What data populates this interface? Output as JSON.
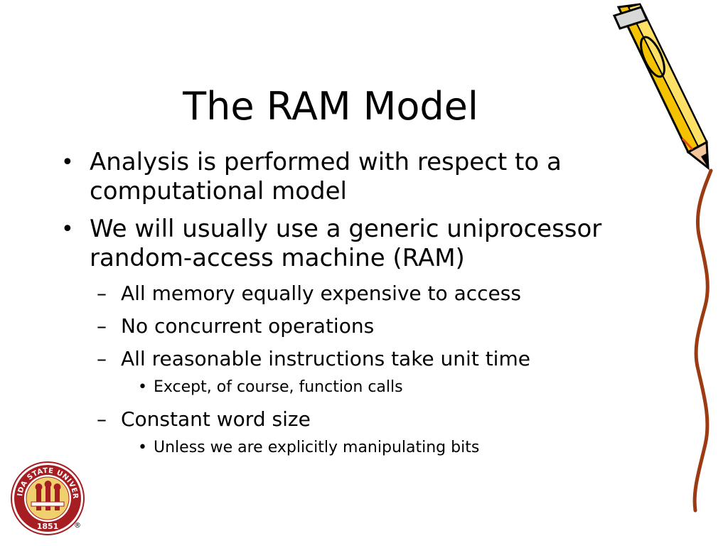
{
  "slide": {
    "title": "The RAM Model",
    "bullets": [
      {
        "text": "Analysis is performed with respect to a computational model"
      },
      {
        "text": "We will usually use a generic uniprocessor random-access machine (RAM)",
        "children": [
          {
            "text": "All memory equally expensive to access"
          },
          {
            "text": "No concurrent operations"
          },
          {
            "text": "All reasonable instructions take unit time",
            "children": [
              {
                "text": "Except, of course, function calls"
              }
            ]
          },
          {
            "text": "Constant word size",
            "children": [
              {
                "text": "Unless we are explicitly manipulating bits"
              }
            ]
          }
        ]
      }
    ],
    "bullet_glyphs": {
      "level1": "•",
      "level2": "–",
      "level3": "•"
    }
  },
  "logo": {
    "text_top": "FLORIDA STATE UNIVERSITY",
    "year": "1851",
    "registered": "®",
    "color": "#a61e22"
  },
  "decor": {
    "pencil_icon": "pencil-icon",
    "pencil_colors": {
      "body": "#f5c200",
      "outline": "#000000",
      "tip": "#e64a19",
      "lead": "#000000"
    },
    "squiggle_color": "#9c3a12"
  }
}
